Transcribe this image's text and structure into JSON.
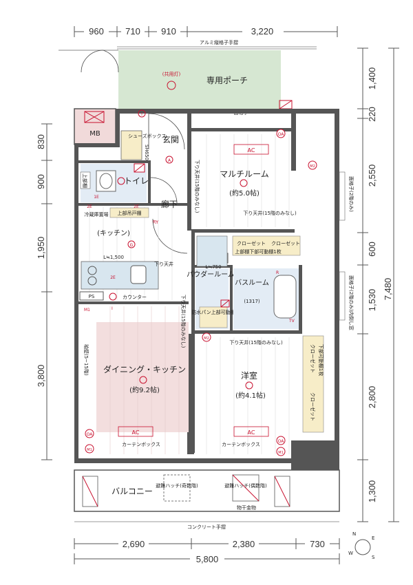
{
  "dimensions": {
    "top": [
      "960",
      "710",
      "910",
      "3,220"
    ],
    "bottom_row1": [
      "2,690",
      "2,380",
      "730"
    ],
    "bottom_total": "5,800",
    "left": [
      "830",
      "900",
      "1,950",
      "3,800"
    ],
    "right": [
      "1,400",
      "220",
      "2,550",
      "600",
      "1,530",
      "2,800",
      "1,300"
    ],
    "right_total": "7,480"
  },
  "labels": {
    "top_rail": "アルミ縦格子手摺",
    "common_light": "(共用灯)",
    "porch": "専用ポーチ",
    "face_lattice": "面格子",
    "mb": "MB",
    "shoe_box": "シューズボックス",
    "sh_dim": "SH650",
    "genkan": "玄関",
    "multi_room": "マルチルーム",
    "multi_room_size": "(約5.0帖)",
    "toilet": "トイレ",
    "upper_shelf": "上部棚",
    "corridor": "廊下",
    "ceiling_drop_15": "下り天井(15階のみなし)",
    "fridge": "冷蔵庫置場",
    "upper_hinged": "上部吊戸棚",
    "kitchen": "(キッチン)",
    "l1500": "L≒1,500",
    "ceiling_drop": "下り天井",
    "closet": "クローゼット",
    "upper_shelf_movable": "上部棚下部可動棚1枚",
    "ps": "PS",
    "l750": "L≒750",
    "powder_room": "パウダールーム",
    "bath_room": "バスルーム",
    "bath_size": "(1317)",
    "waterproof_pan": "防水パン上部可動棚",
    "counter": "カウンター",
    "dining_kitchen": "ダイニング・キッチン",
    "dk_size": "(約9.2帖)",
    "western": "洋室",
    "western_size": "(約4.1帖)",
    "hm_note": "下部可動棚1枚",
    "ac": "AC",
    "curtain_box": "カーテンボックス",
    "balcony": "バルコニー",
    "hatch_odd": "避難ハッチ(奇数階)",
    "hatch_even": "避難ハッチ(偶数階)",
    "laundry": "物干金物",
    "concrete_rail": "コンクリート手摺",
    "face_lattice_right": "面格子(2階のみ)",
    "face_lattice_right2": "面格子(2階のみ)内倒し窓",
    "wall_note": "袖壁(5~15階)"
  },
  "symbols": {
    "outlet_i": "I",
    "oa": "OA",
    "m2": "M2",
    "m1": "M1",
    "a": "A",
    "g": "G",
    "e2": "2E",
    "e1": "1E",
    "three": "3",
    "tv": "TV",
    "r": "R",
    "ry": "RY"
  },
  "compass": [
    "N",
    "E",
    "S",
    "W"
  ],
  "colors": {
    "porch": "#d6e7d2",
    "dk_floor": "#f3dede",
    "bath": "#e3ecf5",
    "wall": "#555555",
    "symbol": "#c8102e",
    "mb": "#f1dada"
  }
}
